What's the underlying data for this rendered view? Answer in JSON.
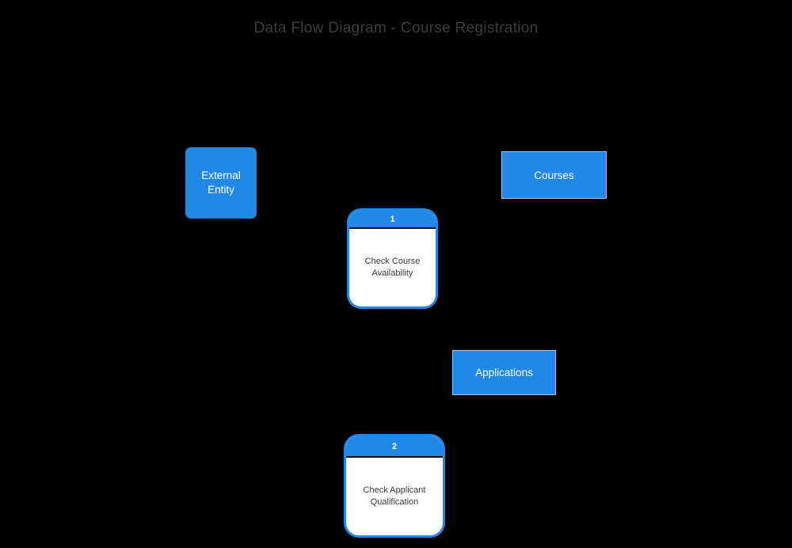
{
  "title": "Data Flow Diagram - Course Registration",
  "colors": {
    "background": "#000000",
    "node_fill": "#2288E8",
    "node_text": "#ffffff",
    "process_body": "#ffffff",
    "process_text": "#3a3a3a",
    "divider": "#0c1018",
    "title_text": "#3d3d3d",
    "store_border": "#c2bcb4"
  },
  "nodes": {
    "external_entity": {
      "label": "External Entity"
    },
    "stores": [
      {
        "label": "Courses"
      },
      {
        "label": "Applications"
      }
    ],
    "processes": [
      {
        "number": "1",
        "label": "Check Course Availability"
      },
      {
        "number": "2",
        "label": "Check Applicant Qualification"
      }
    ]
  }
}
